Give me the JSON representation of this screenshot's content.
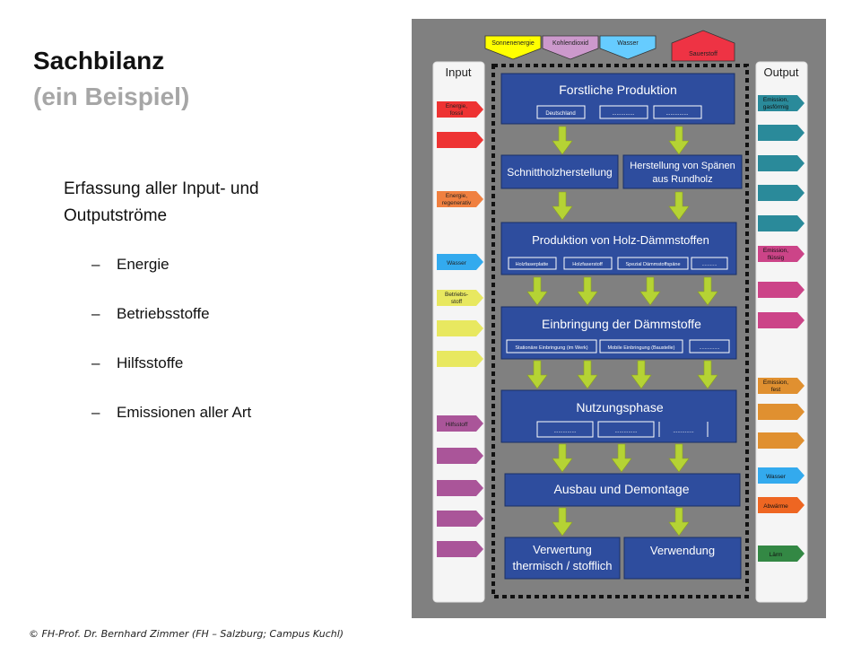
{
  "slide": {
    "title": "Sachbilanz",
    "subtitle": "(ein Beispiel)",
    "intro": "Erfassung aller Input- und Outputströme",
    "bullets": [
      {
        "dash": "–",
        "text": "Energie"
      },
      {
        "dash": "–",
        "text": "Betriebsstoffe"
      },
      {
        "dash": "–",
        "text": "Hilfsstoffe"
      },
      {
        "dash": "–",
        "text": "Emissionen aller Art"
      }
    ],
    "footer": "© FH-Prof. Dr. Bernhard Zimmer (FH – Salzburg; Campus Kuchl)"
  },
  "diagram": {
    "top_resources": [
      {
        "label": "Sonnenenergie",
        "color": "#ffff00"
      },
      {
        "label": "Kohlendioxid",
        "color": "#cc99cc"
      },
      {
        "label": "Wasser",
        "color": "#66ccff"
      },
      {
        "label": "Sauerstoff",
        "color": "#ee3344"
      }
    ],
    "input_label": "Input",
    "output_label": "Output",
    "inputs": [
      {
        "line1": "Energie,",
        "line2": "fossil",
        "color": "#ee3333"
      },
      {
        "line1": "",
        "line2": "",
        "color": "#ee3333"
      },
      {
        "line1": "Energie,",
        "line2": "regenerativ",
        "color": "#f08040"
      },
      {
        "line1": "Wasser",
        "line2": "",
        "color": "#33aaee"
      },
      {
        "line1": "Betriebs-",
        "line2": "stoff",
        "color": "#e8e860"
      },
      {
        "line1": "",
        "line2": "",
        "color": "#e8e860"
      },
      {
        "line1": "",
        "line2": "",
        "color": "#e8e860"
      },
      {
        "line1": "Hilfsstoff",
        "line2": "",
        "color": "#aa5599"
      },
      {
        "line1": "",
        "line2": "",
        "color": "#aa5599"
      },
      {
        "line1": "",
        "line2": "",
        "color": "#aa5599"
      },
      {
        "line1": "",
        "line2": "",
        "color": "#aa5599"
      },
      {
        "line1": "",
        "line2": "",
        "color": "#aa5599"
      }
    ],
    "outputs": [
      {
        "line1": "Emission,",
        "line2": "gasförmig",
        "color": "#2a8a9a"
      },
      {
        "line1": "",
        "line2": "",
        "color": "#2a8a9a"
      },
      {
        "line1": "",
        "line2": "",
        "color": "#2a8a9a"
      },
      {
        "line1": "",
        "line2": "",
        "color": "#2a8a9a"
      },
      {
        "line1": "",
        "line2": "",
        "color": "#2a8a9a"
      },
      {
        "line1": "Emission,",
        "line2": "flüssig",
        "color": "#cc4488"
      },
      {
        "line1": "",
        "line2": "",
        "color": "#cc4488"
      },
      {
        "line1": "",
        "line2": "",
        "color": "#cc4488"
      },
      {
        "line1": "Emission,",
        "line2": "fest",
        "color": "#e09030"
      },
      {
        "line1": "",
        "line2": "",
        "color": "#e09030"
      },
      {
        "line1": "",
        "line2": "",
        "color": "#e09030"
      },
      {
        "line1": "Wasser",
        "line2": "",
        "color": "#33aaee"
      },
      {
        "line1": "Abwärme",
        "line2": "",
        "color": "#ee6622"
      },
      {
        "line1": "Lärm",
        "line2": "",
        "color": "#338844"
      }
    ],
    "process": {
      "forstliche": {
        "title": "Forstliche Produktion",
        "subs": [
          "Deutschland",
          "...............",
          "..............."
        ]
      },
      "schnittholz": "Schnittholzherstellung",
      "spaene": {
        "line1": "Herstellung von Spänen",
        "line2": "aus Rundholz"
      },
      "daemm": {
        "title": "Produktion  von Holz-Dämmstoffen",
        "subs": [
          "Holzfaserplatte",
          "Holzfaserstoff",
          "Spezial Dämmstoffspäne",
          "..........."
        ]
      },
      "einbringung": {
        "title": "Einbringung der Dämmstoffe",
        "subs": [
          "Stationäre Einbringung (im Werk)",
          "Mobile Einbringung (Baustelle)",
          "..............."
        ]
      },
      "nutzung": {
        "title": "Nutzungsphase",
        "subs": [
          "...............",
          "...............",
          ".............."
        ]
      },
      "ausbau": "Ausbau und Demontage",
      "verwertung": {
        "line1": "Verwertung",
        "line2": "thermisch / stofflich"
      },
      "verwendung": "Verwendung"
    }
  }
}
